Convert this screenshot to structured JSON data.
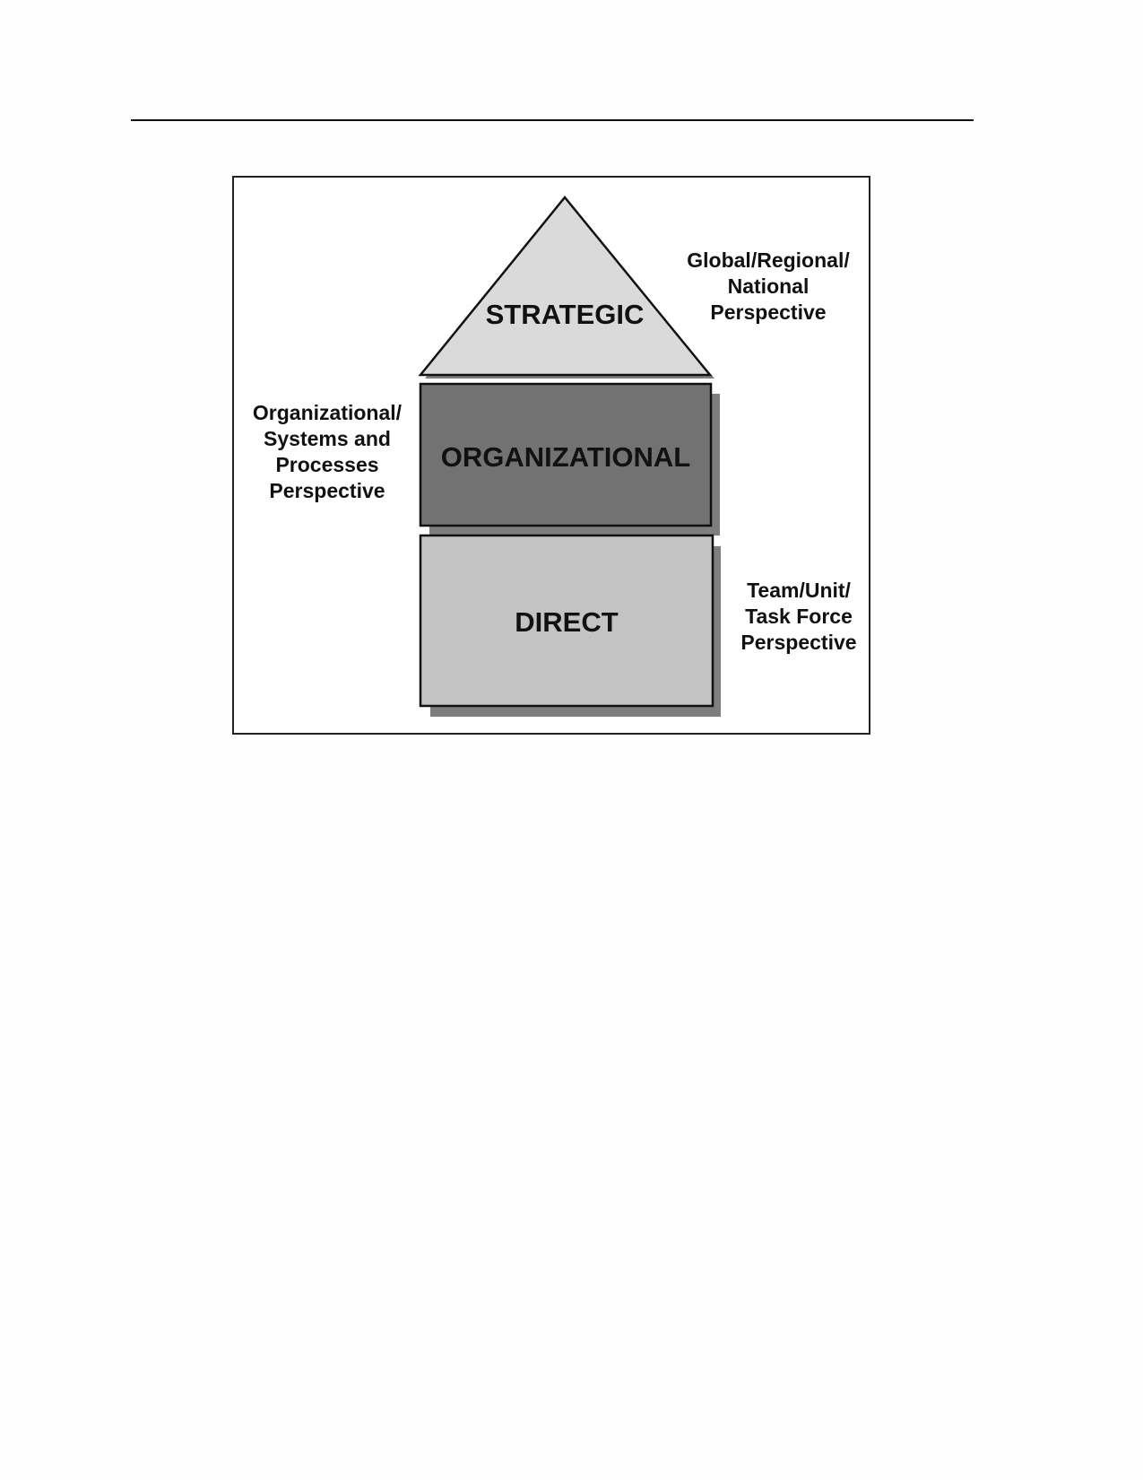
{
  "diagram": {
    "levels": {
      "strategic": {
        "label": "STRATEGIC",
        "fill": "#dadada"
      },
      "organizational": {
        "label": "ORGANIZATIONAL",
        "fill": "#727272"
      },
      "direct": {
        "label": "DIRECT",
        "fill": "#c3c3c3"
      }
    },
    "perspectives": {
      "strategic": [
        "Global/Regional/",
        "National",
        "Perspective"
      ],
      "organizational": [
        "Organizational/",
        "Systems and",
        "Processes",
        "Perspective"
      ],
      "direct": [
        "Team/Unit/",
        "Task Force",
        "Perspective"
      ]
    },
    "colors": {
      "shadow": "#7e7e7e",
      "outline": "#111111"
    }
  }
}
